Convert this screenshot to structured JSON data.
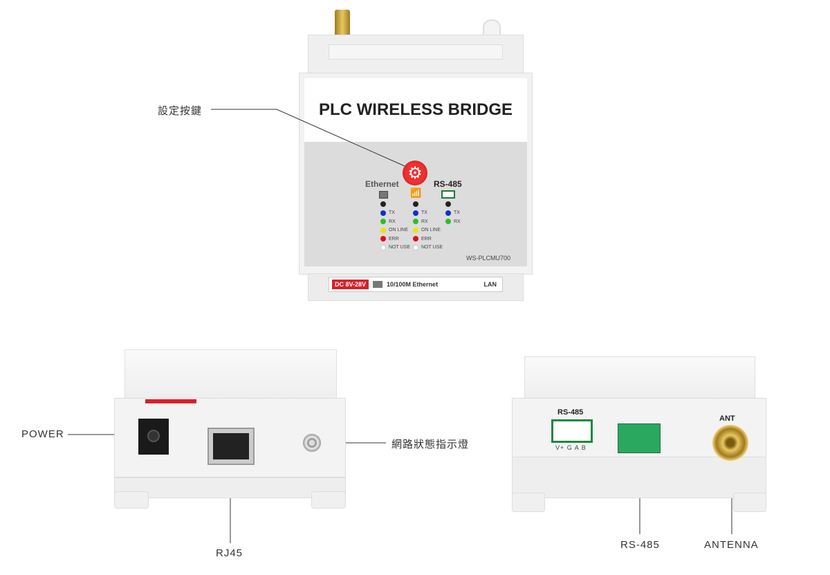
{
  "top_device": {
    "title": "PLC WIRELESS BRIDGE",
    "model": "WS-PLCMU700",
    "ethernet_label": "Ethernet",
    "rs485_label": "RS-485",
    "ethernet_leds": [
      "TX",
      "RX",
      "ON LINE",
      "ERR",
      "NOT USE"
    ],
    "wireless_leds": [
      "TX",
      "RX",
      "ON LINE",
      "ERR",
      "NOT USE"
    ],
    "rs485_leds": [
      "TX",
      "RX"
    ],
    "power_badge": "DC 8V-28V",
    "port_label": "10/100M Ethernet",
    "lan_label": "LAN"
  },
  "rs485_connector_label": "RS-485",
  "rs485_pins": "V+ G A B",
  "ant_label": "ANT",
  "callouts": {
    "setting_button": "設定按鍵",
    "power": "POWER",
    "status_led": "網路狀態指示燈",
    "rj45": "RJ45",
    "rs485": "RS-485",
    "antenna": "ANTENNA"
  },
  "colors": {
    "red": "#d9202a",
    "blue": "#1030d0",
    "green": "#28c028",
    "yellow": "#f0e010",
    "terminal": "#2aa860"
  }
}
